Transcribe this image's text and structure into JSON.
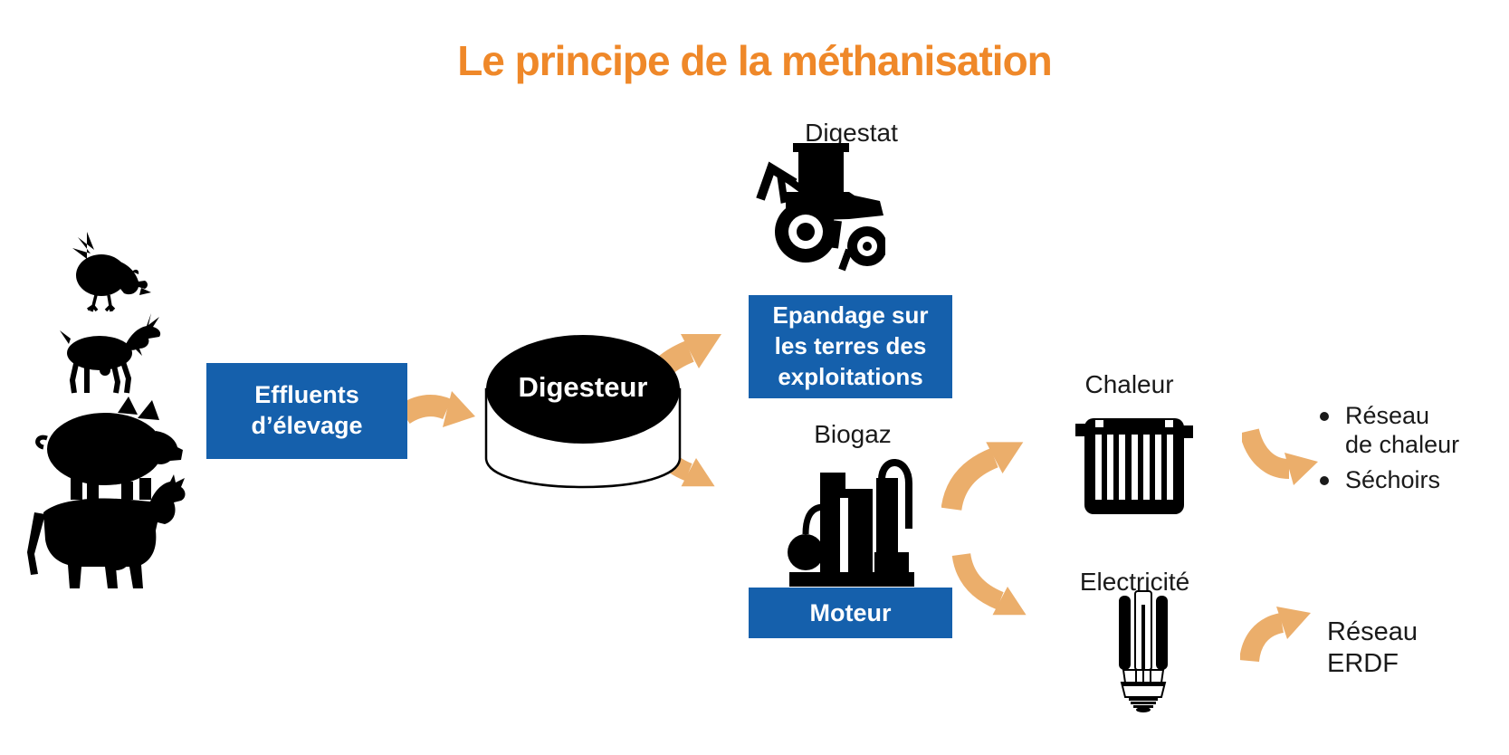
{
  "title": "Le principe de la méthanisation",
  "colors": {
    "title_orange": "#EF8829",
    "arrow_orange": "#EBAE6B",
    "box_blue": "#1560AC",
    "icon_black": "#000000",
    "text_black": "#1A1A1A"
  },
  "inputs": {
    "label": "Effluents\nd’élevage",
    "animal_icons": [
      "chicken-icon",
      "goat-icon",
      "pig-icon",
      "cow-icon"
    ]
  },
  "digester": {
    "label": "Digesteur"
  },
  "digestat": {
    "label": "Digestat",
    "icon": "tractor-icon",
    "box_label": "Epandage sur\nles terres des\nexploitations"
  },
  "biogas": {
    "label": "Biogaz",
    "icon": "engine-icon",
    "box_label": "Moteur"
  },
  "heat": {
    "label": "Chaleur",
    "icon": "radiator-icon",
    "outputs": [
      "Réseau\nde chaleur",
      "Séchoirs"
    ]
  },
  "electricity": {
    "label": "Electricité",
    "icon": "bulb-icon",
    "output": "Réseau ERDF"
  }
}
